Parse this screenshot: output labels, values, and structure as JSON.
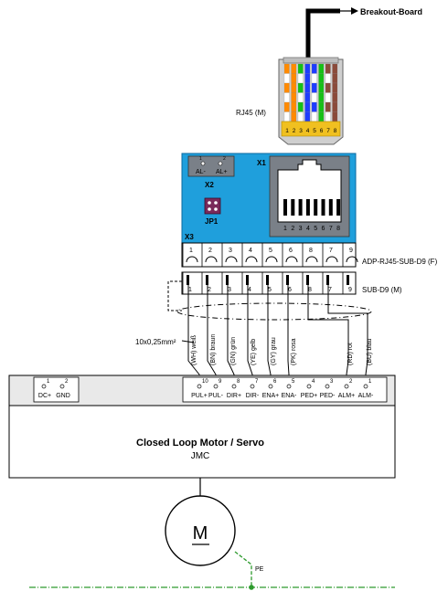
{
  "labels": {
    "breakout": "Breakout-Board",
    "rj45": "RJ45 (M)",
    "x1": "X1",
    "x2": "X2",
    "x3": "X3",
    "jp1": "JP1",
    "al_minus": "AL-",
    "al_plus": "AL+",
    "adapter": "ADP-RJ45-SUB-D9 (F)",
    "subd": "SUB-D9 (M)",
    "cable": "10x0,25mm²",
    "motor_title": "Closed Loop Motor / Servo",
    "motor_sub": "JMC",
    "motor_symbol": "M",
    "pe": "PE",
    "dc_plus": "DC+",
    "gnd": "GND"
  },
  "plug_pins": [
    "1",
    "2",
    "3",
    "4",
    "5",
    "6",
    "7",
    "8"
  ],
  "socket_pins": [
    "1",
    "2",
    "3",
    "4",
    "5",
    "6",
    "7",
    "8"
  ],
  "x3_pins": [
    "1",
    "2",
    "3",
    "4",
    "5",
    "6",
    "8",
    "7",
    "9"
  ],
  "subd_pins": [
    "1",
    "2",
    "3",
    "4",
    "5",
    "6",
    "8",
    "7",
    "9"
  ],
  "wire_colors": [
    "(WH) weiß",
    "(BN) braun",
    "(GN) grün",
    "(YE) gelb",
    "(GY) grau",
    "(PK) rosa",
    "(RD) rot",
    "(BU) blau"
  ],
  "terminal_numbers": [
    "10",
    "9",
    "8",
    "7",
    "6",
    "5",
    "4",
    "3",
    "2",
    "1"
  ],
  "terminal_labels": [
    "PUL+",
    "PUL-",
    "DIR+",
    "DIR-",
    "ENA+",
    "ENA-",
    "PED+",
    "PED-",
    "ALM+",
    "ALM-"
  ],
  "power_numbers": [
    "1",
    "2"
  ],
  "colors": {
    "board_blue": "#1f9fdc",
    "jumper_purple": "#7a2a5a",
    "pe_green": "#2e9b2e",
    "plug_gray": "#cfcfcf",
    "contact_yellow": "#f0c020"
  }
}
